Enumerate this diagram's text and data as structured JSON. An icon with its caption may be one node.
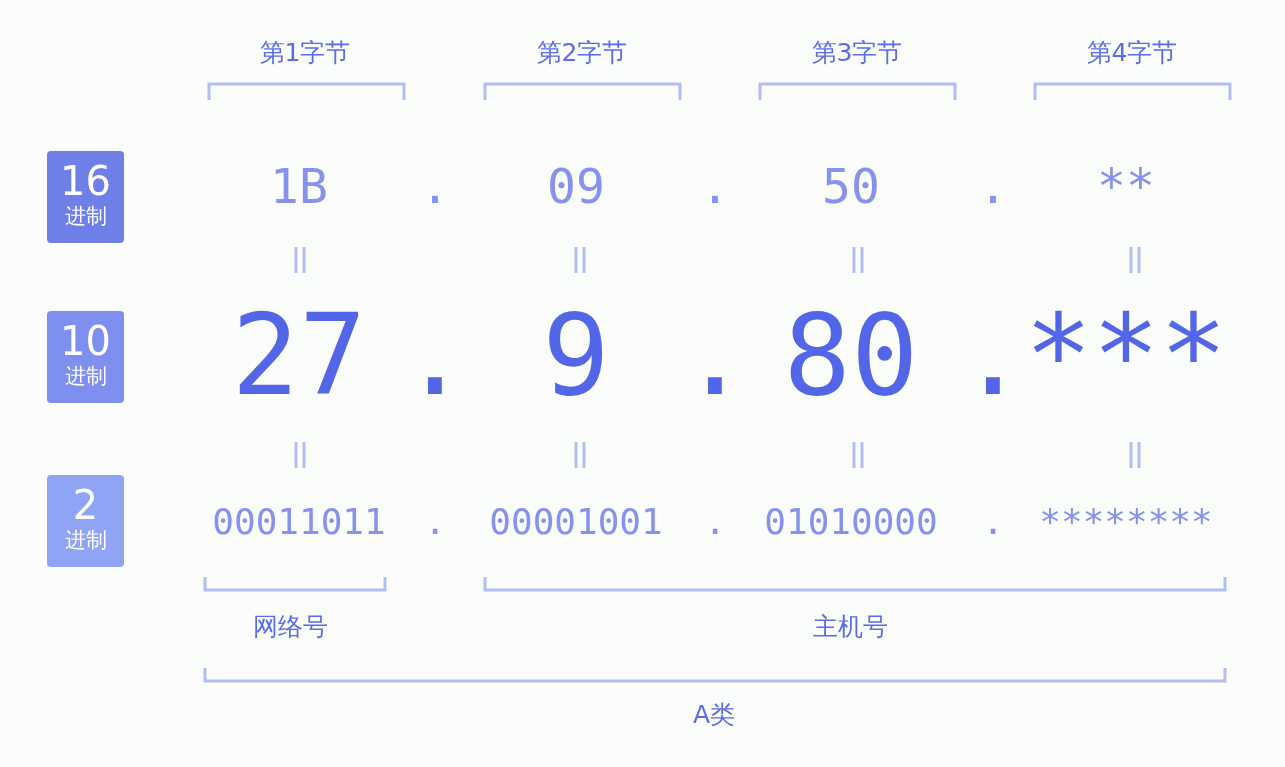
{
  "diagram": {
    "nodes": [
      {
        "text": [
          "16",
          "进制"
        ]
      },
      {
        "text": [
          "10",
          "进制"
        ]
      },
      {
        "text": [
          "2",
          "进制"
        ]
      }
    ],
    "labels": [
      "第1字节",
      "第2字节",
      "第3字节",
      "第4字节",
      "1B",
      ".",
      "09",
      ".",
      "50",
      ".",
      "**",
      "27",
      ".",
      "9",
      ".",
      "80",
      ".",
      "***",
      "00011011",
      ".",
      "00001001",
      ".",
      "01010000",
      ".",
      "********",
      "网络号",
      "主机号",
      "A类"
    ]
  }
}
